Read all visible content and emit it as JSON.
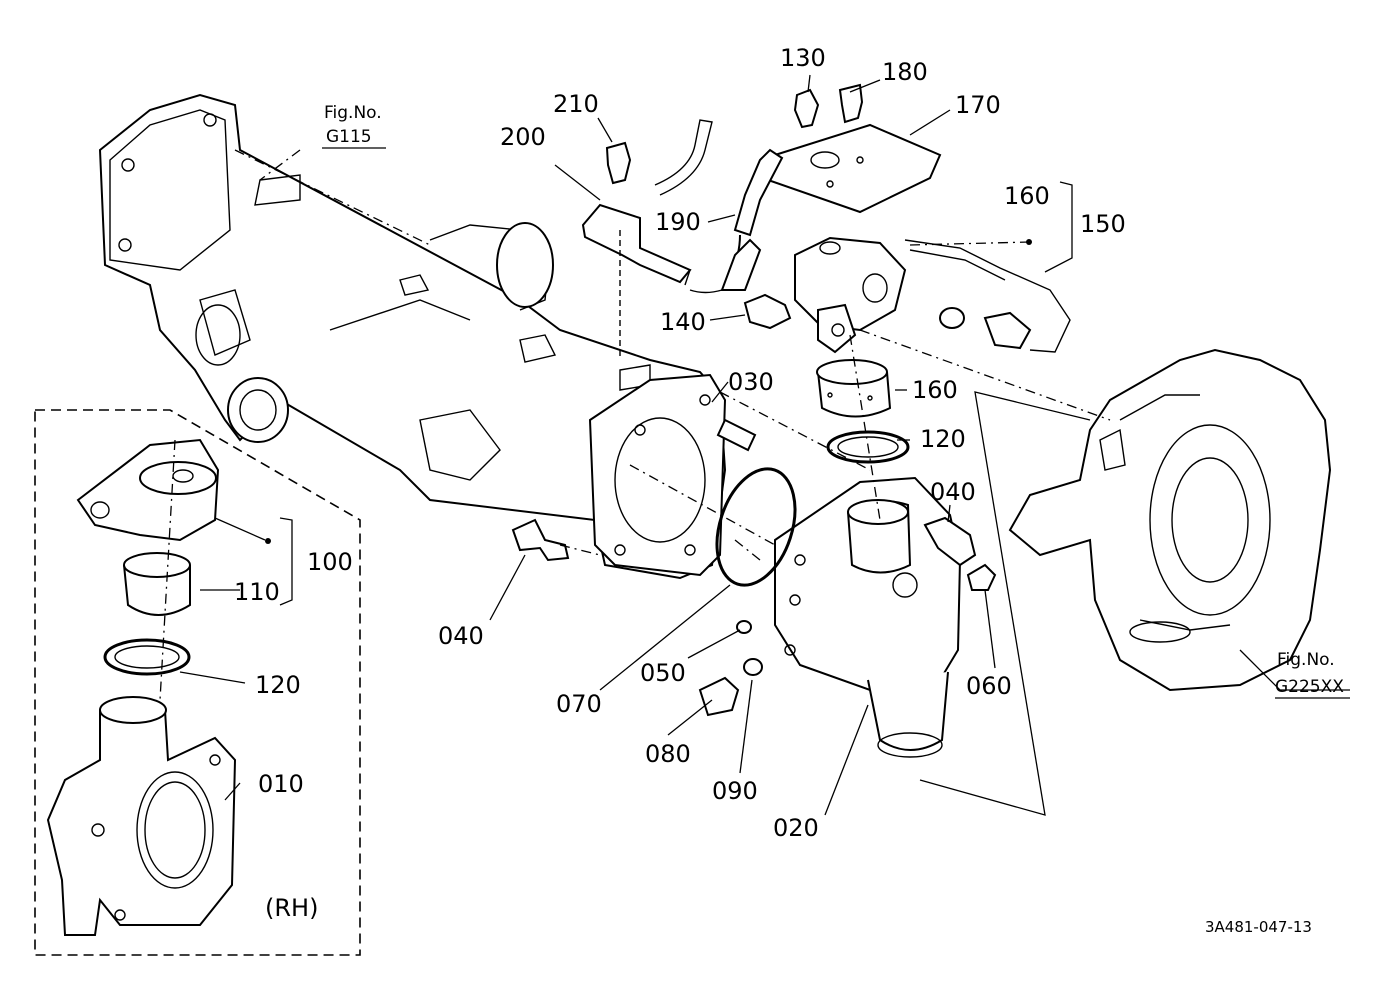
{
  "diagram": {
    "callouts": {
      "p010": "010",
      "p020": "020",
      "p030": "030",
      "p040a": "040",
      "p040b": "040",
      "p050": "050",
      "p060": "060",
      "p070": "070",
      "p080": "080",
      "p090": "090",
      "p100": "100",
      "p110": "110",
      "p120a": "120",
      "p120b": "120",
      "p130": "130",
      "p140": "140",
      "p150": "150",
      "p160a": "160",
      "p160b": "160",
      "p170": "170",
      "p180": "180",
      "p190": "190",
      "p200": "200",
      "p210": "210"
    },
    "fig_ref_left": {
      "label": "Fig.No.",
      "number": "G115"
    },
    "fig_ref_right": {
      "label": "Fig.No.",
      "number": "G225XX"
    },
    "side_label": "(RH)",
    "drawing_code": "3A481-047-13"
  }
}
